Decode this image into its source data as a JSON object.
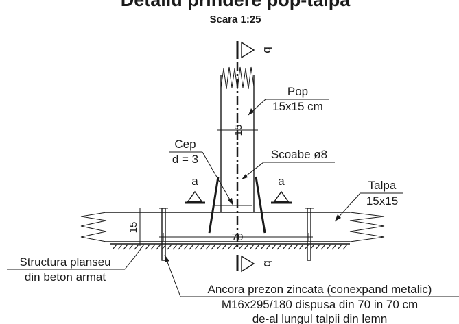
{
  "title": "Detaliu prindere pop-talpa",
  "scale": "Scara 1:25",
  "section_marks": {
    "b": "b",
    "a": "a"
  },
  "labels": {
    "pop_name": "Pop",
    "pop_size": "15x15 cm",
    "cep_name": "Cep",
    "cep_size": "d = 3",
    "scoabe": "Scoabe ø8",
    "talpa_name": "Talpa",
    "talpa_size": "15x15",
    "slab_line1": "Structura planseu",
    "slab_line2": "din beton armat",
    "anchor_line1": "Ancora prezon zincata (conexpand metalic)",
    "anchor_line2": "M16x295/180 dispusa din 70 in 70 cm",
    "anchor_line3": "de-al lungul talpii din lemn"
  },
  "dimensions": {
    "pop_width": "15",
    "talpa_height": "15",
    "anchor_spacing": "70"
  }
}
